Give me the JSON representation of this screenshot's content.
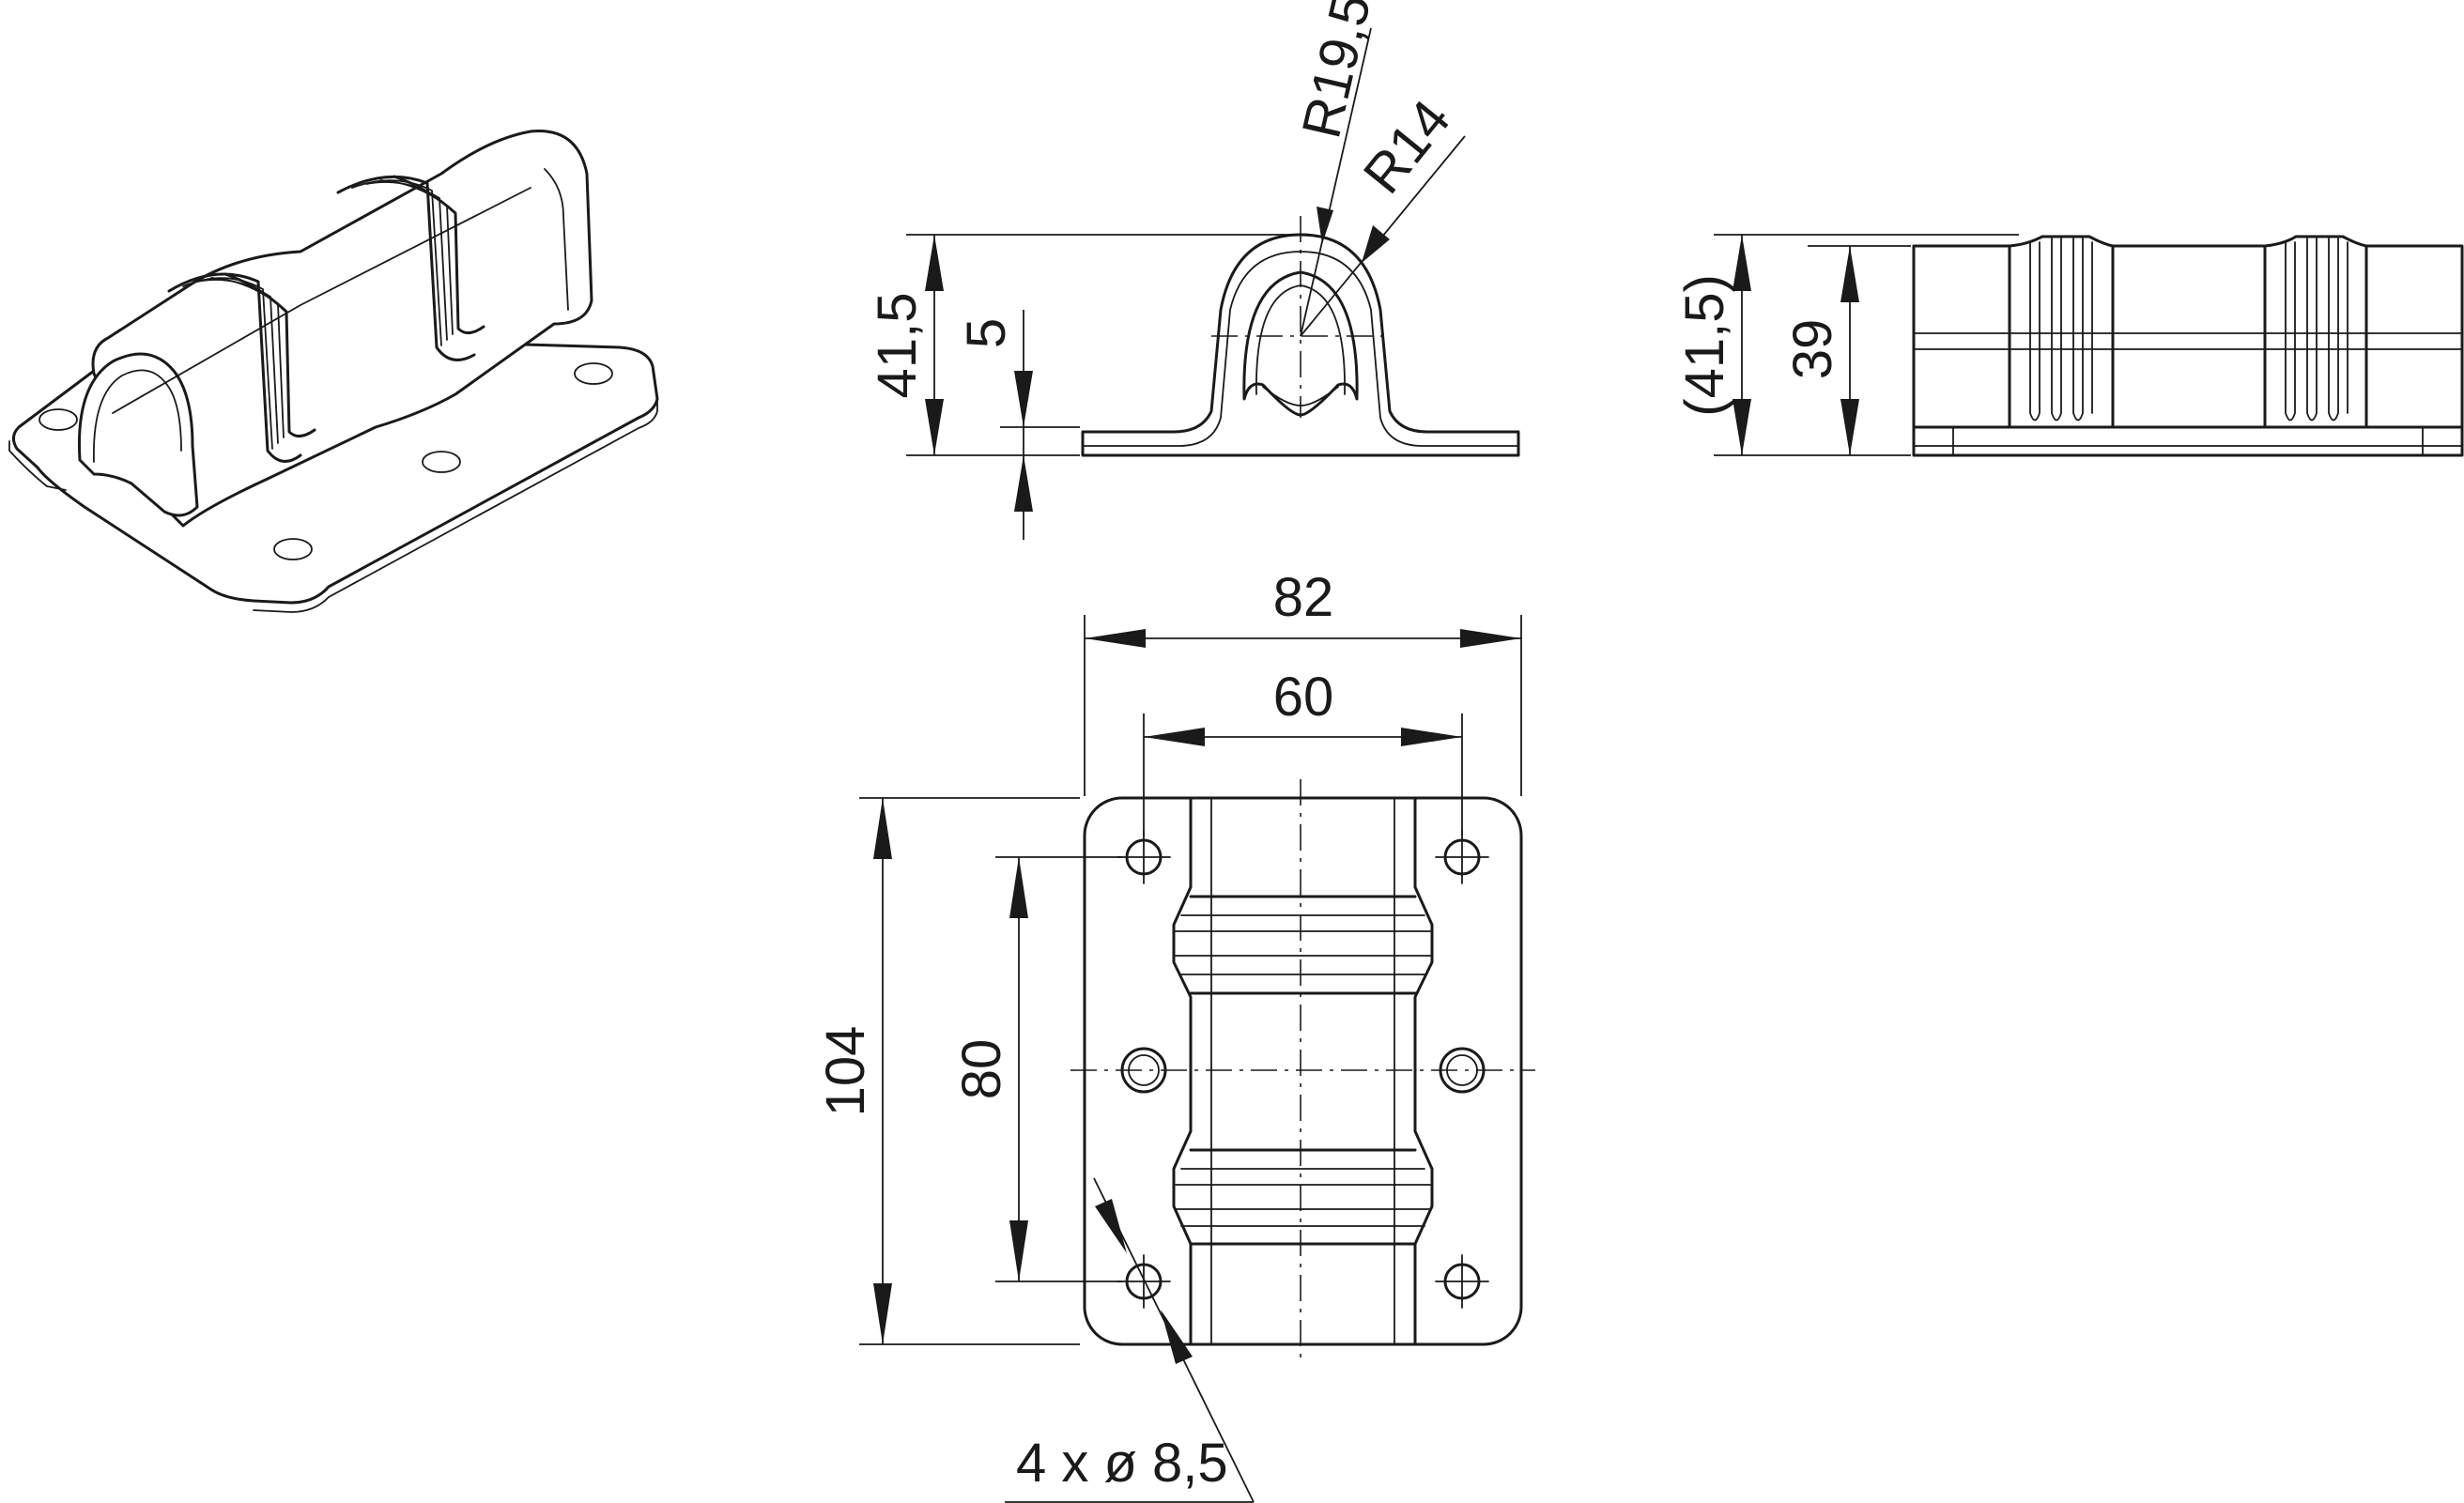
{
  "dimensions": {
    "outer_width": "82",
    "inner_width": "60",
    "outer_length": "104",
    "hole_pitch": "80",
    "holes": "4 x ø 8,5",
    "height": "41,5",
    "base_thickness": "5",
    "outer_radius": "R19,5",
    "inner_radius": "R14",
    "height_ref": "(41,5)",
    "inner_height": "39"
  },
  "colors": {
    "line": "#1a1a1a",
    "background": "#ffffff"
  }
}
